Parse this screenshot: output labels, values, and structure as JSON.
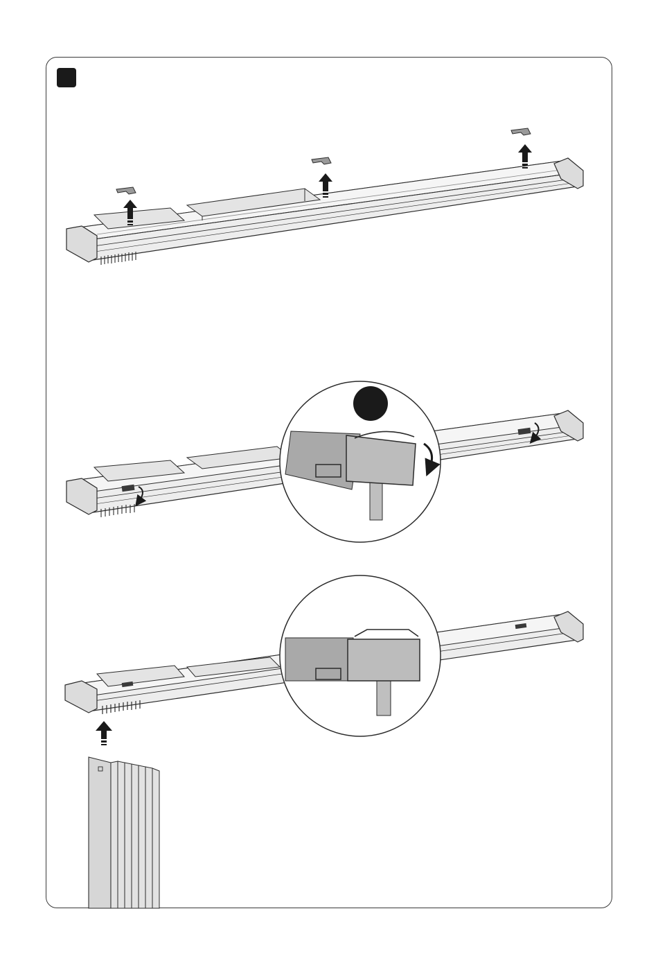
{
  "figure": {
    "step_badge": "",
    "panels": [
      {
        "name": "remove-clips",
        "arrows": 3
      },
      {
        "name": "rotate-clips",
        "zoom_badge": ""
      },
      {
        "name": "insert-slats"
      }
    ]
  },
  "colors": {
    "line": "#2a2a2a",
    "rail_fill": "#ededed",
    "rail_dark": "#bdbdbd",
    "profile_gray": "#a9a9a9",
    "profile_light": "#c8c8c8",
    "slat_fill": "#d6d6d6",
    "badge": "#1a1a1a"
  }
}
